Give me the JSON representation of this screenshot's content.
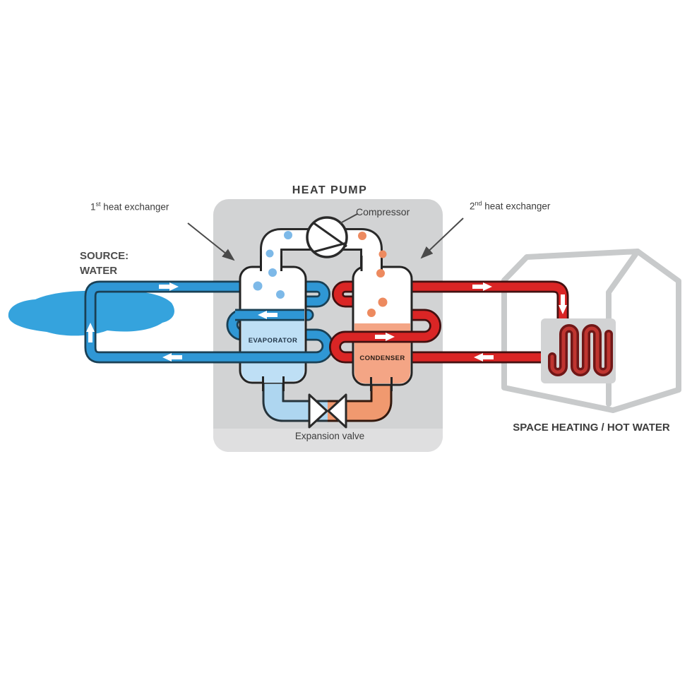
{
  "diagram": {
    "title": "HEAT PUMP",
    "labels": {
      "first_heat_exchanger": {
        "prefix": "1",
        "superscript": "st",
        "text": " heat exchanger"
      },
      "second_heat_exchanger": {
        "prefix": "2",
        "superscript": "nd",
        "text": " heat exchanger"
      },
      "compressor": "Compressor",
      "source_line1": "SOURCE:",
      "source_line2": "WATER",
      "evaporator": "EVAPORATOR",
      "condenser": "CONDENSER",
      "expansion_valve": "Expansion valve",
      "space_heating": "SPACE HEATING / HOT WATER"
    },
    "colors": {
      "heat_pump_box": "#d2d3d4",
      "heat_pump_box_bottom_band": "#dfdfe0",
      "water_pipe_blue": "#2f97d5",
      "water_pipe_blue_outline": "#1a4055",
      "lake_blue": "#35a3dd",
      "hot_pipe_red": "#da2525",
      "hot_pipe_red_outline": "#431010",
      "vapor_pipe_white": "#ffffff",
      "vapor_pipe_outline": "#2a2a2a",
      "liquid_refrigerant_blue": "#aed6f0",
      "evaporator_liquid": "#bedff5",
      "bubble_blue": "#7db9e8",
      "liquid_refrigerant_orange": "#f0996f",
      "condenser_liquid": "#f4a585",
      "bubble_orange": "#ed8a5f",
      "house_outline": "#c8cacb",
      "radiator_panel": "#d2d3d4",
      "radiator_coil_dark": "#701717",
      "radiator_coil_light": "#bf3530",
      "flow_arrow": "#ffffff",
      "label_text": "#3d3d3d"
    }
  }
}
